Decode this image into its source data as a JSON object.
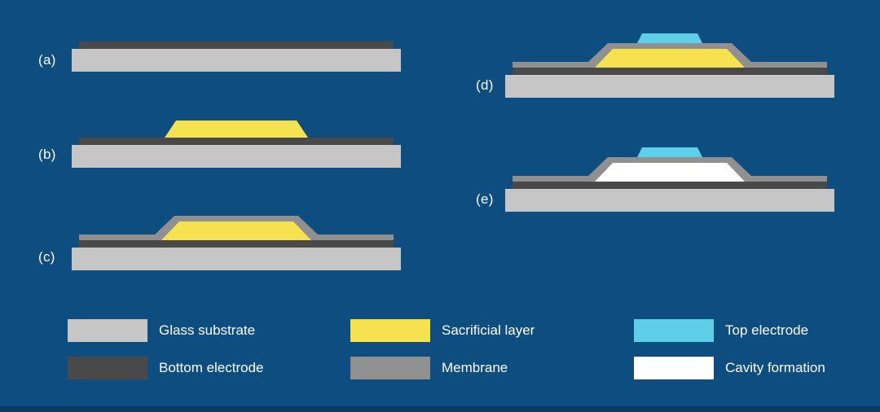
{
  "colors": {
    "background": "#0d4d80",
    "footer_bar": "#0a3a61",
    "glass_substrate": "#c6c6c6",
    "bottom_electrode": "#494949",
    "sacrificial_layer": "#f6e14f",
    "membrane": "#909090",
    "top_electrode": "#5ecfe8",
    "cavity": "#ffffff",
    "text": "#ffffff"
  },
  "steps": [
    {
      "label": "(a)",
      "layers": [
        "Glass substrate",
        "Bottom electrode"
      ]
    },
    {
      "label": "(b)",
      "layers": [
        "Glass substrate",
        "Bottom electrode",
        "Sacrificial layer"
      ]
    },
    {
      "label": "(c)",
      "layers": [
        "Glass substrate",
        "Bottom electrode",
        "Sacrificial layer",
        "Membrane"
      ]
    },
    {
      "label": "(d)",
      "layers": [
        "Glass substrate",
        "Bottom electrode",
        "Sacrificial layer",
        "Membrane",
        "Top electrode"
      ]
    },
    {
      "label": "(e)",
      "layers": [
        "Glass substrate",
        "Bottom electrode",
        "Cavity formation",
        "Membrane",
        "Top electrode"
      ]
    }
  ],
  "legend": {
    "items": [
      {
        "label": "Glass substrate",
        "color": "#c6c6c6"
      },
      {
        "label": "Bottom electrode",
        "color": "#494949"
      },
      {
        "label": "Sacrificial layer",
        "color": "#f6e14f"
      },
      {
        "label": "Membrane",
        "color": "#909090"
      },
      {
        "label": "Top electrode",
        "color": "#5ecfe8"
      },
      {
        "label": "Cavity formation",
        "color": "#ffffff"
      }
    ]
  }
}
